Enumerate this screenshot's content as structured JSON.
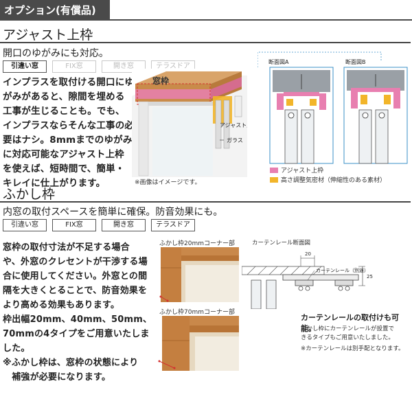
{
  "header": {
    "title": "オプション(有償品)"
  },
  "adjust": {
    "title": "アジャスト上枠",
    "subtitle": "開口のゆがみにも対応。",
    "tabs": [
      {
        "label": "引違い窓",
        "active": true
      },
      {
        "label": "FIX窓",
        "active": false
      },
      {
        "label": "開き窓",
        "active": false
      },
      {
        "label": "テラスドア",
        "active": false
      }
    ],
    "body_lines": [
      "インプラスを取付ける開口にゆ",
      "がみがあると、隙間を埋める",
      "工事が生じることも。でも、",
      "インプラスならそんな工事の必",
      "要はナシ。8mmまでのゆがみ",
      "に対応可能なアジャスト上枠",
      "を使えば、短時間で、簡単・",
      "キレイに仕上がります。"
    ],
    "illustration": {
      "label_frame": "窓枠",
      "label_adjust": "アジャスト上枠",
      "label_glass": "ガラス",
      "note": "※画像はイメージです。"
    },
    "sections": {
      "a_label": "断面図A",
      "b_label": "断面図B"
    },
    "legend": [
      {
        "color": "#e87fb0",
        "label": "アジャスト上枠"
      },
      {
        "color": "#f2b52a",
        "label": "高さ調整気密材（伸縮性のある素材）"
      }
    ]
  },
  "fukashi": {
    "title": "ふかし枠",
    "subtitle": "内窓の取付スペースを簡単に確保。防音効果にも。",
    "tabs": [
      {
        "label": "引違い窓"
      },
      {
        "label": "FIX窓"
      },
      {
        "label": "開き窓"
      },
      {
        "label": "テラスドア"
      }
    ],
    "body_lines": [
      "窓枠の取付寸法が不足する場合",
      "や、外窓のクレセントが干渉する場",
      "合に使用してください。外窓との間",
      "隔を大きくとることで、防音効果を",
      "より高める効果もあります。",
      "枠出幅20mm、40mm、50mm、",
      "70mmの4タイプをご用意いたしま",
      "した。",
      "※ふかし枠は、窓枠の状態により",
      "　補強が必要になります。"
    ],
    "corner_20": "ふかし枠20mmコーナー部",
    "corner_70": "ふかし枠70mmコーナー部",
    "curtain": {
      "title": "カーテンレール断面図",
      "dim_width": "20",
      "dim_height": "25",
      "rail_label": "カーテンレール（別途）",
      "heading": "カーテンレールの取付けも可能。",
      "desc_1": "ふかし枠にカーテンレールが設置で",
      "desc_2": "きるタイプもご用意いたしました。",
      "note": "※カーテンレールは別手配となります。"
    }
  }
}
